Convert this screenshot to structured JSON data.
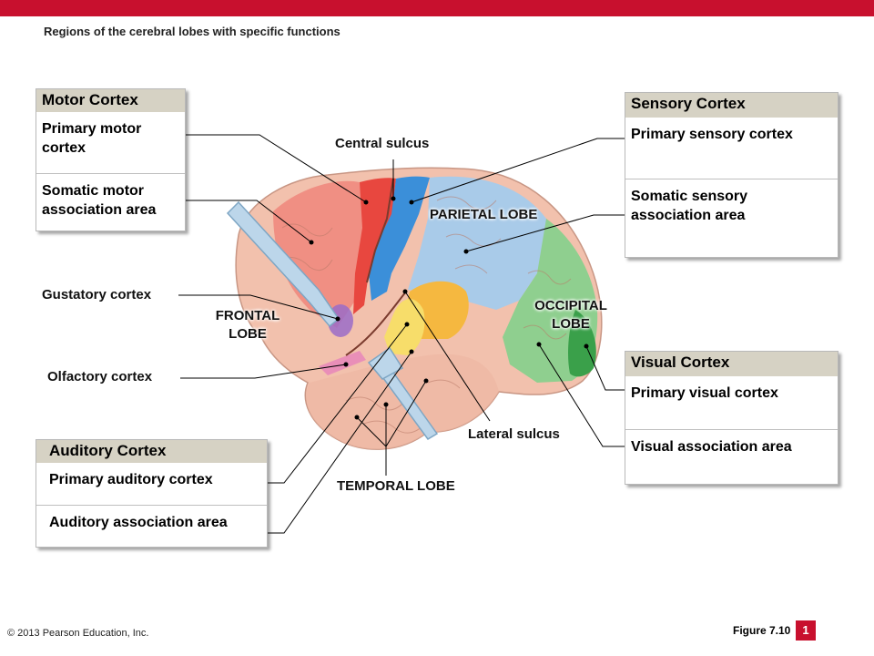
{
  "title": "Regions of the cerebral lobes with specific functions",
  "colors": {
    "accent": "#c8102e",
    "header_bg": "#d6d2c4",
    "motor": "#e8473f",
    "motor_assoc": "#f08a7e",
    "sensory": "#3b8fd9",
    "sensory_assoc": "#a9cbe9",
    "visual": "#3aa04a",
    "visual_assoc": "#8fcf8f",
    "auditory": "#f2c230",
    "auditory_assoc": "#f7dd6a",
    "gustatory": "#9b6cc8",
    "olfactory": "#e98fb8",
    "brain_base": "#f2c1ad"
  },
  "boxes": {
    "motor": {
      "header": "Motor Cortex",
      "items": [
        "Primary motor cortex",
        "Somatic motor association area"
      ]
    },
    "sensory": {
      "header": "Sensory Cortex",
      "items": [
        "Primary sensory cortex",
        "Somatic sensory association area"
      ]
    },
    "visual": {
      "header": "Visual Cortex",
      "items": [
        "Primary visual cortex",
        "Visual association area"
      ]
    },
    "auditory": {
      "header": "Auditory Cortex",
      "items": [
        "Primary auditory cortex",
        "Auditory association area"
      ]
    }
  },
  "labels": {
    "gustatory": "Gustatory cortex",
    "olfactory": "Olfactory cortex",
    "central_sulcus": "Central sulcus",
    "lateral_sulcus": "Lateral sulcus",
    "temporal_lobe": "TEMPORAL LOBE",
    "parietal_lobe": "PARIETAL LOBE",
    "frontal_lobe": [
      "FRONTAL",
      "LOBE"
    ],
    "occipital_lobe": [
      "OCCIPITAL",
      "LOBE"
    ]
  },
  "footer": {
    "copyright": "© 2013 Pearson Education, Inc.",
    "figure": "Figure 7.10",
    "page": "1"
  }
}
